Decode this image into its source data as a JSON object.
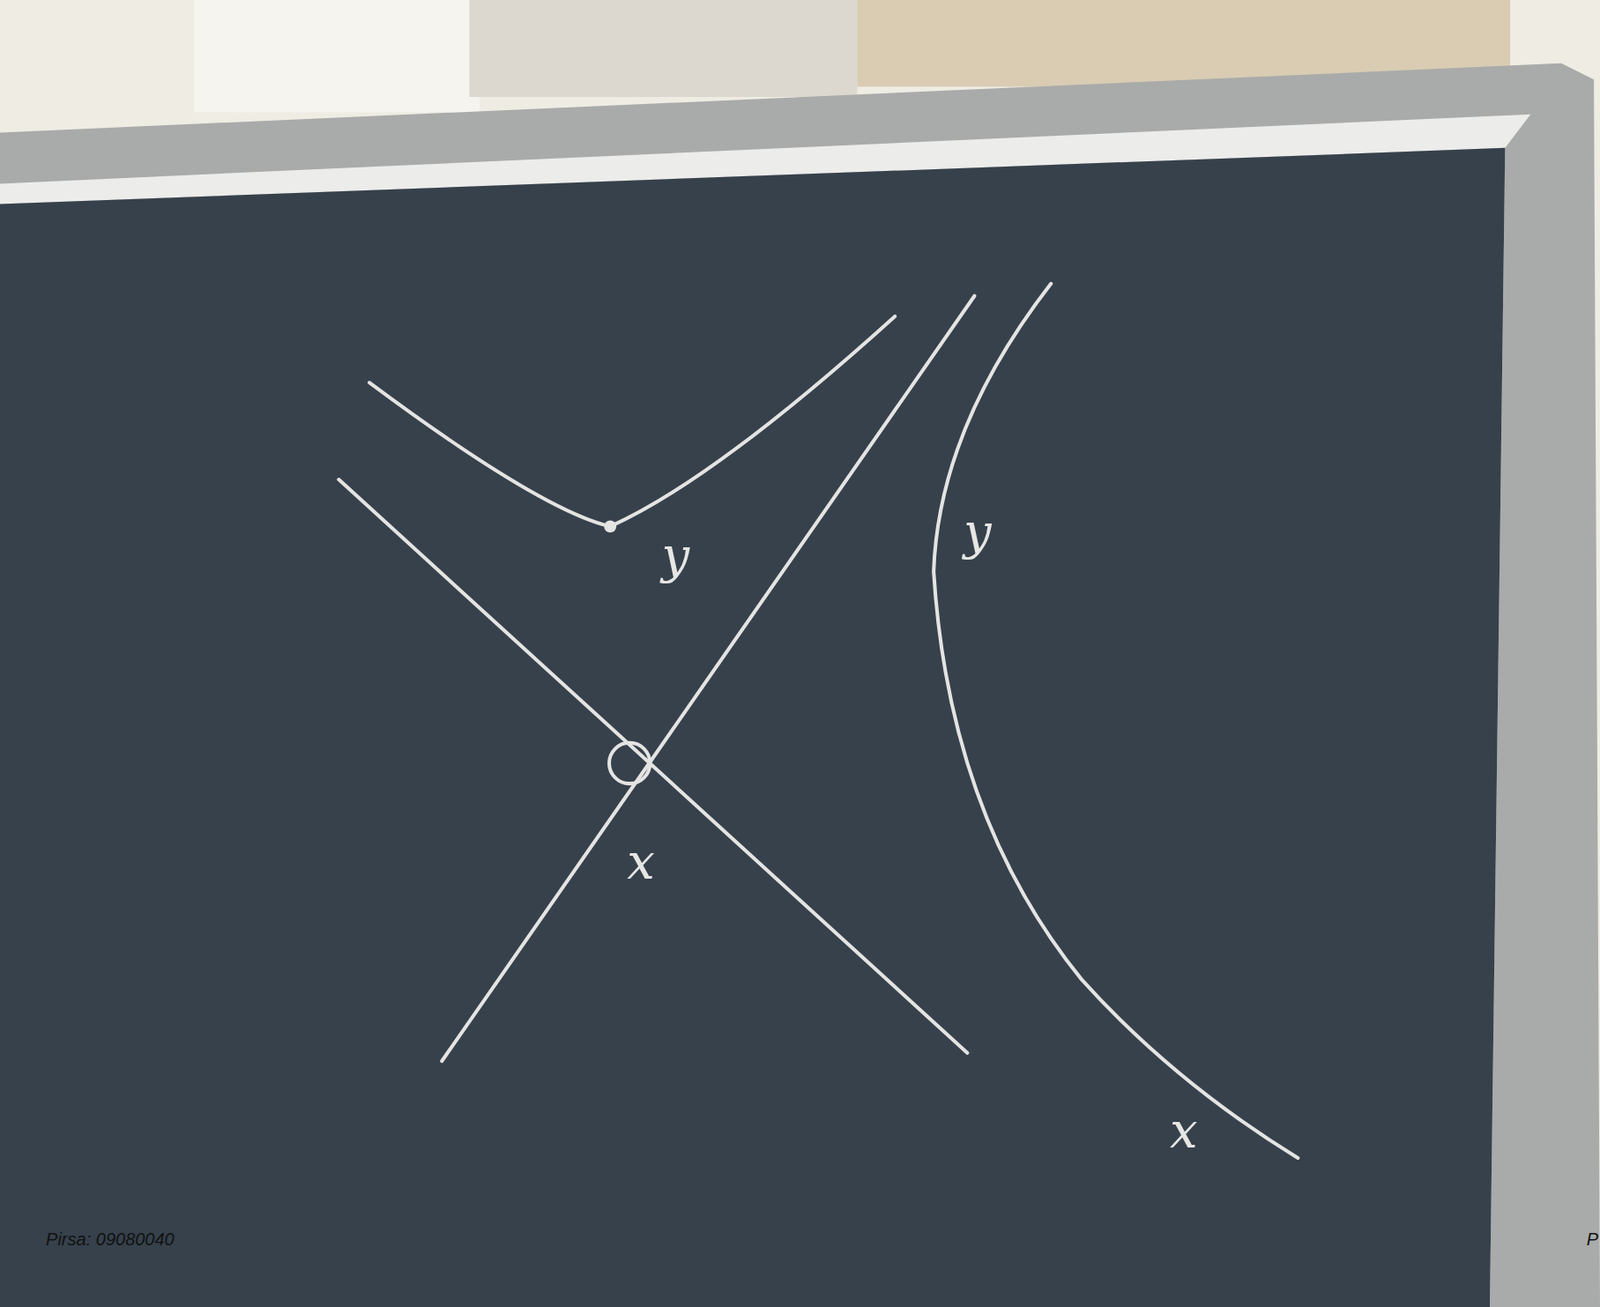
{
  "diagram": {
    "labels": [
      "y",
      "x",
      "y",
      "x",
      "Pirsa: 09080040",
      "P"
    ]
  }
}
